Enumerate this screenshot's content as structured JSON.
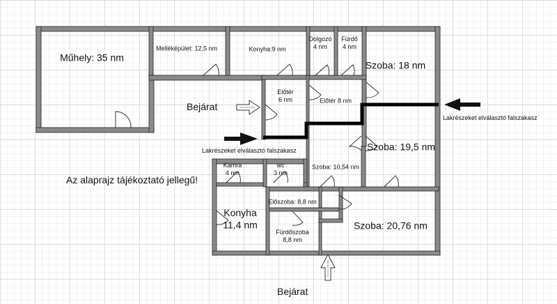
{
  "rooms": [
    {
      "id": "muhely",
      "lines": [
        "Műhely: 35 nm"
      ]
    },
    {
      "id": "mellek",
      "lines": [
        "Melléképület: 12,5 nm"
      ]
    },
    {
      "id": "konyha9",
      "lines": [
        "Konyha:9 nm"
      ]
    },
    {
      "id": "dolgozo",
      "lines": [
        "Dolgozó",
        "4 nm"
      ]
    },
    {
      "id": "furdo4",
      "lines": [
        "Fürdő",
        "4 nm"
      ]
    },
    {
      "id": "szoba18",
      "lines": [
        "Szoba: 18 nm"
      ]
    },
    {
      "id": "eloter6",
      "lines": [
        "Előtér",
        "6 nm"
      ]
    },
    {
      "id": "eloter8",
      "lines": [
        "Előtér 8 nm"
      ]
    },
    {
      "id": "szoba195",
      "lines": [
        "Szoba: 19,5 nm"
      ]
    },
    {
      "id": "szoba1054",
      "lines": [
        "Szoba: 10,54 nm"
      ]
    },
    {
      "id": "kamra",
      "lines": [
        "Kamra",
        "4 nm"
      ]
    },
    {
      "id": "wc",
      "lines": [
        "wc",
        "3 nm"
      ]
    },
    {
      "id": "eloszoba",
      "lines": [
        "Előszoba: 8,8 nm"
      ]
    },
    {
      "id": "konyha114",
      "lines": [
        "Konyha",
        "11,4 nm"
      ]
    },
    {
      "id": "furdoszoba",
      "lines": [
        "Fürdőszoba",
        "8,8 nm"
      ]
    },
    {
      "id": "szoba2076",
      "lines": [
        "Szoba: 20,76 nm"
      ]
    }
  ],
  "annotations": {
    "bejarat_top": "Bejárat",
    "bejarat_bottom": "Bejárat",
    "divider_left": "Lakrészeket elválasztó falszakasz",
    "divider_right": "Lakrészeket elválasztó falszakasz",
    "note": "Az alaprajz tájékoztató jellegű!"
  },
  "colors": {
    "wall": "#8a8a8a",
    "wall_edge": "#222222",
    "grid_minor": "#d6d6d6",
    "grid_major": "#b8b8b8",
    "divider": "#000000"
  }
}
